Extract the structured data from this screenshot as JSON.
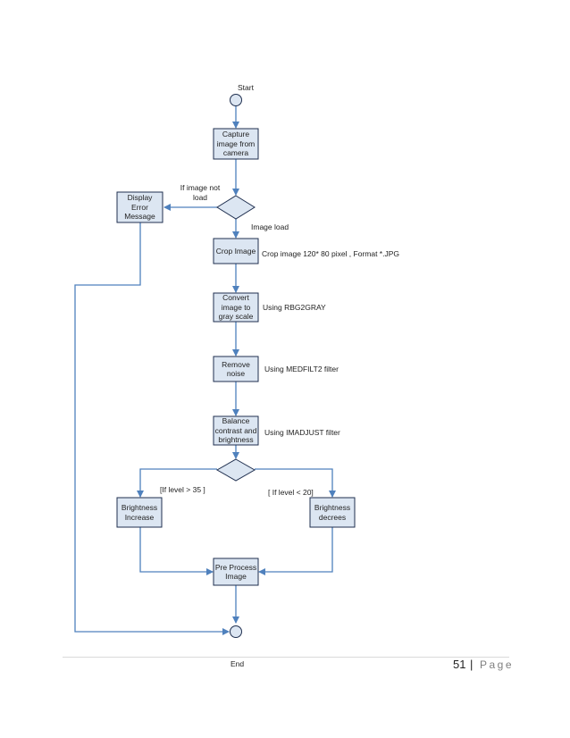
{
  "flowchart": {
    "start_label": "Start",
    "end_label": "End",
    "nodes": {
      "capture": "Capture\nimage from\ncamera",
      "display_error": "Display\nError\nMessage",
      "crop": "Crop Image",
      "convert": "Convert\nimage to\ngray scale",
      "remove_noise": "Remove\nnoise",
      "balance": "Balance\ncontrast and\nbrightness",
      "brightness_increase": "Brightness\nIncrease",
      "brightness_decrease": "Brightness\ndecrees",
      "preprocess": "Pre Process\nImage"
    },
    "annotations": {
      "not_load": "If image not\nload",
      "image_load": "Image load",
      "crop_note": "Crop image 120* 80 pixel  , Format *.JPG",
      "gray_note": "Using RBG2GRAY",
      "noise_note": "Using MEDFILT2  filter",
      "balance_note": "Using IMADJUST filter",
      "level_high": "[If level > 35 ]",
      "level_low": "[ If level < 20]"
    }
  },
  "footer": {
    "page_number": "51",
    "separator": "|",
    "page_word": "Page"
  },
  "colors": {
    "box_fill": "#dce6f2",
    "box_stroke": "#1f2f4f",
    "connector": "#4f81bd",
    "circle_fill": "#dce6f2"
  }
}
